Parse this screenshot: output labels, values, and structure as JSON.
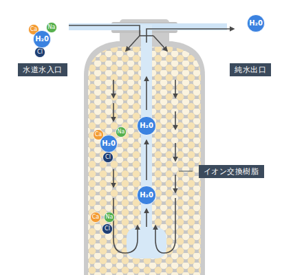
{
  "diagram": {
    "nodes": [
      {
        "text": [
          "Ca"
        ]
      },
      {
        "text": [
          "Na"
        ]
      },
      {
        "text": [
          "H₂0"
        ]
      },
      {
        "text": [
          "Cl"
        ]
      },
      {
        "text": [
          "水道水入口"
        ]
      },
      {
        "text": [
          "H₂0"
        ]
      },
      {
        "text": [
          "純水出口"
        ]
      },
      {
        "text": [
          "H₂0"
        ]
      },
      {
        "text": [
          "Ca"
        ]
      },
      {
        "text": [
          "Na"
        ]
      },
      {
        "text": [
          "H₂0"
        ]
      },
      {
        "text": [
          "Cl"
        ]
      },
      {
        "text": [
          "イオン交換樹脂"
        ]
      },
      {
        "text": [
          "H₂0"
        ]
      },
      {
        "text": [
          "Ca"
        ]
      },
      {
        "text": [
          "Na"
        ]
      },
      {
        "text": [
          "Cl"
        ]
      }
    ]
  }
}
